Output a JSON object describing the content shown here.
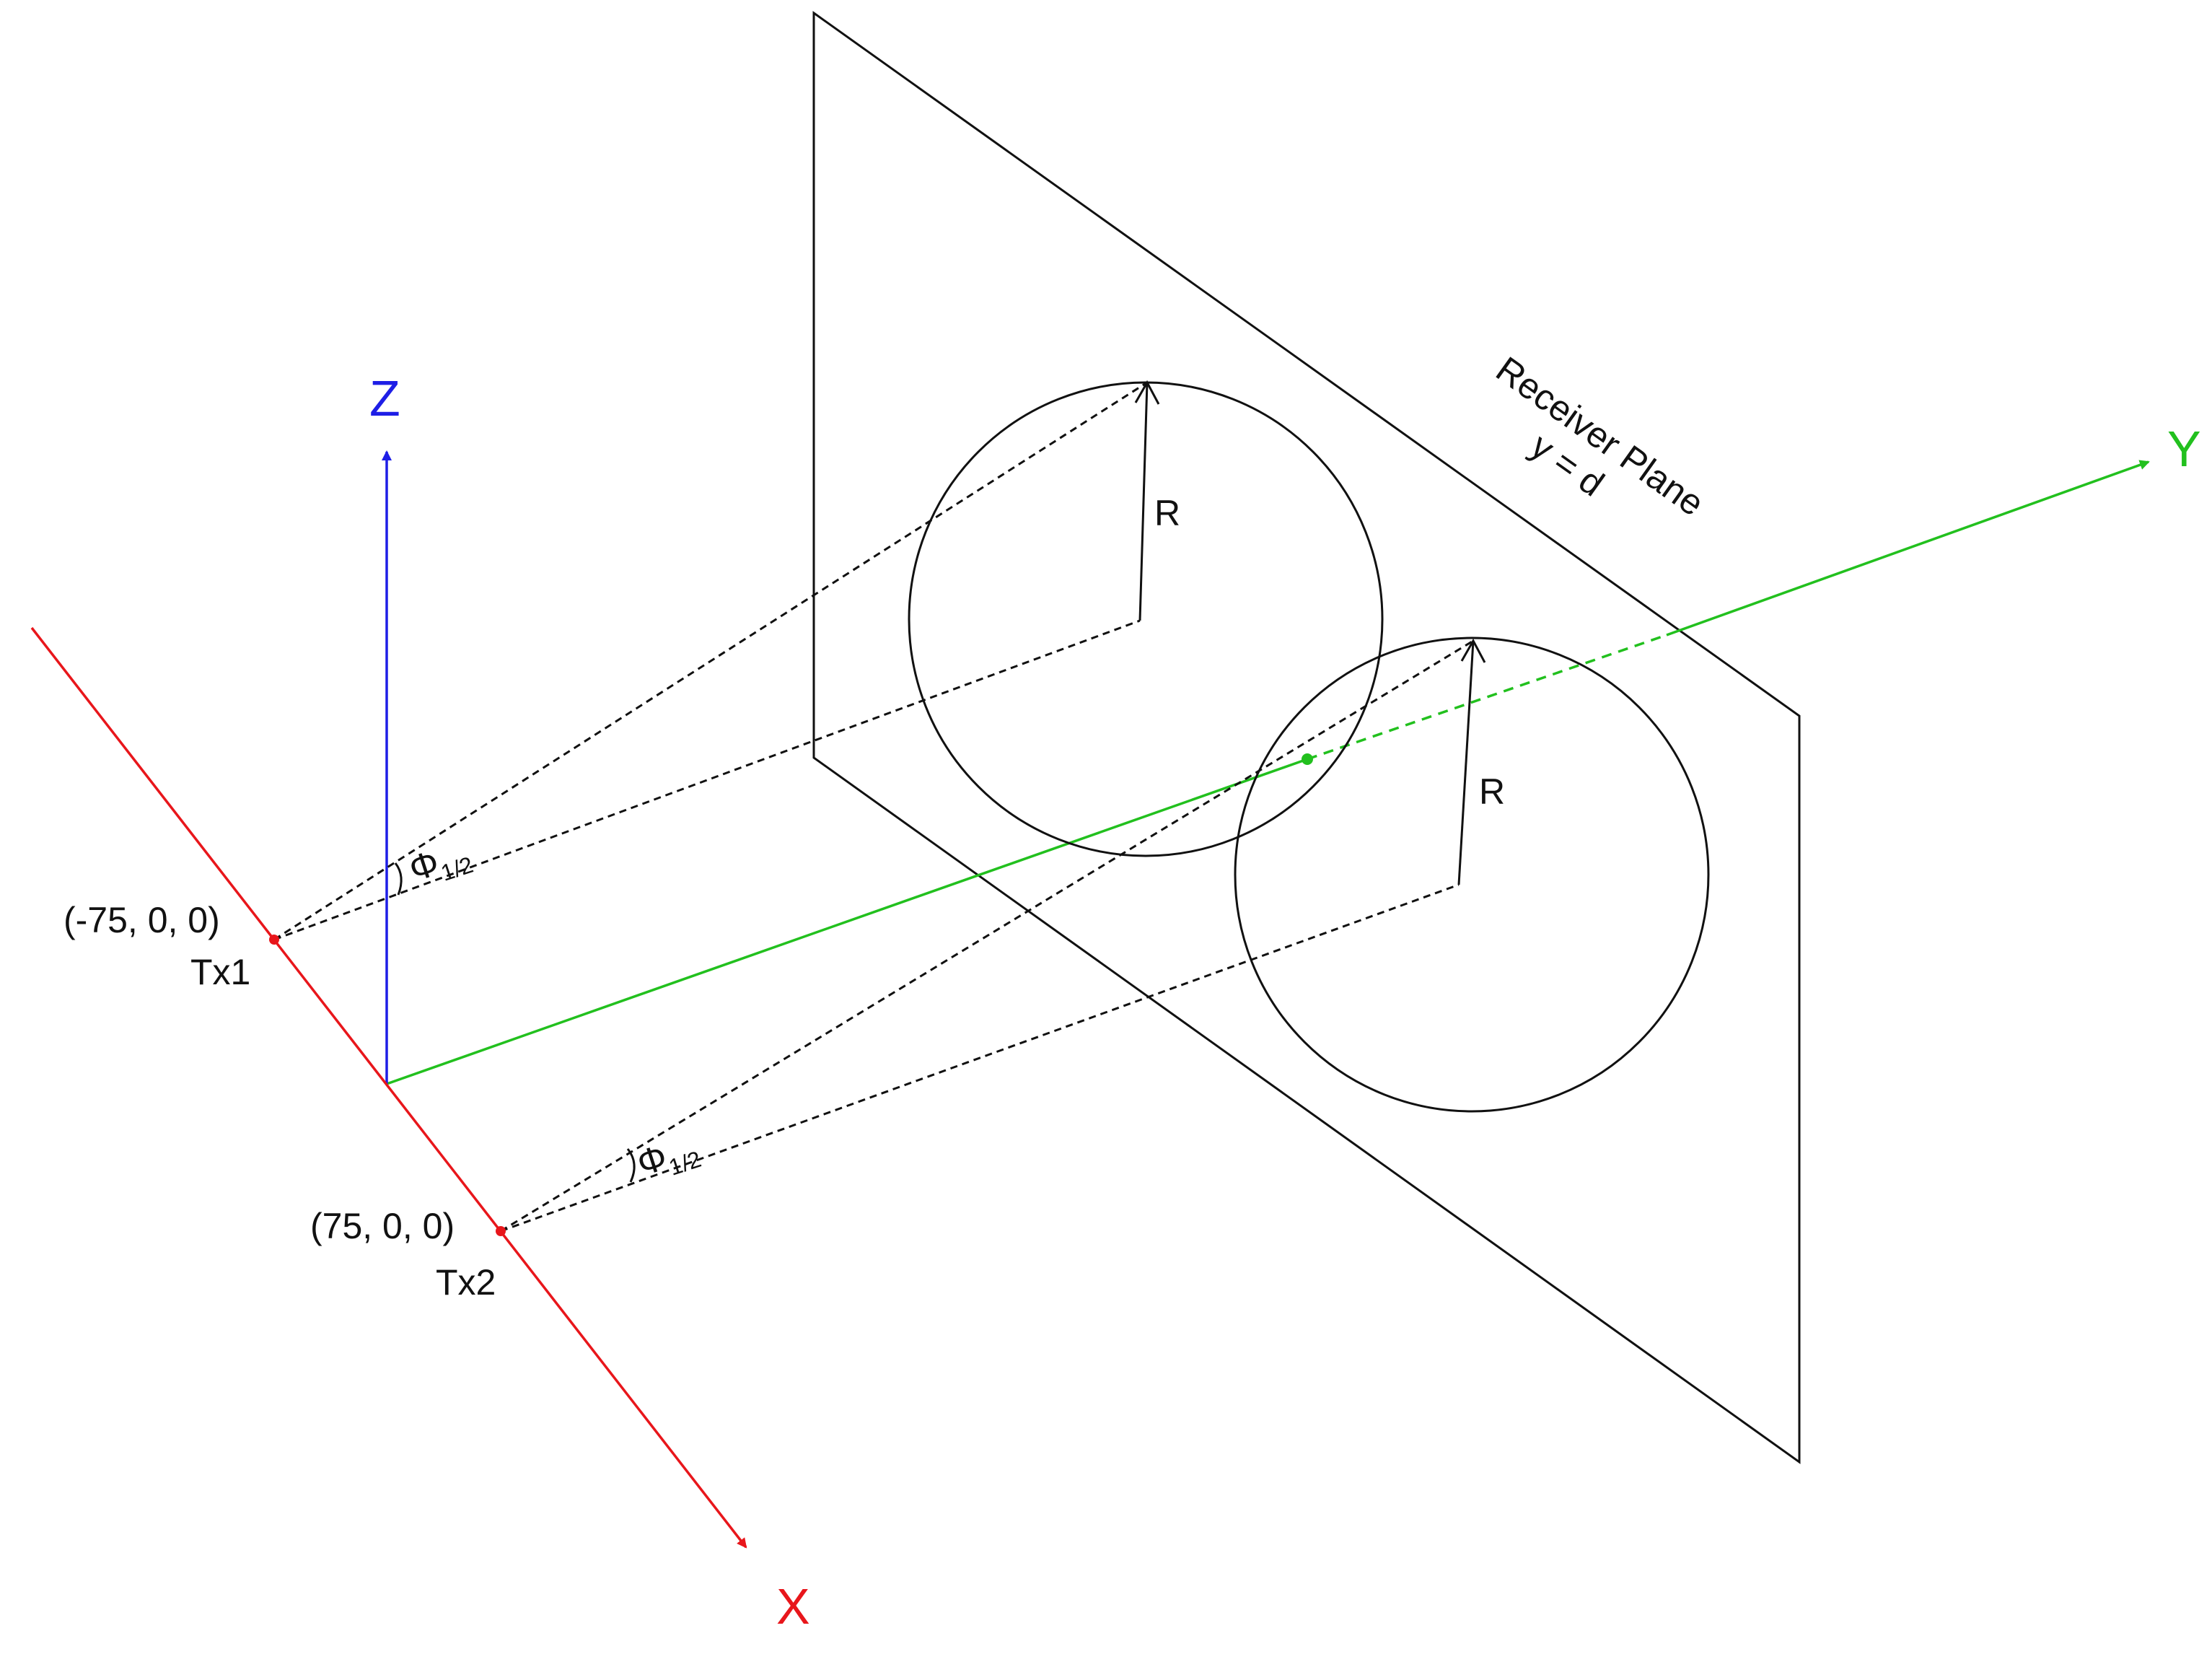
{
  "axes": {
    "x": {
      "label": "X",
      "color": "#e8161b"
    },
    "y": {
      "label": "Y",
      "color": "#22c01e"
    },
    "z": {
      "label": "Z",
      "color": "#1e1ee6"
    }
  },
  "receiver_plane": {
    "title": "Receiver Plane",
    "equation": "y = d"
  },
  "transmitters": [
    {
      "name": "Tx1",
      "coords": "(-75, 0, 0)"
    },
    {
      "name": "Tx2",
      "coords": "(75, 0, 0)"
    }
  ],
  "radius_label": "R",
  "half_angle": {
    "symbol": "Φ",
    "subscript": "1/2"
  },
  "colors": {
    "line": "#111111",
    "transmitter_dot": "#e8161b",
    "receiver_center_dot": "#22c01e"
  }
}
